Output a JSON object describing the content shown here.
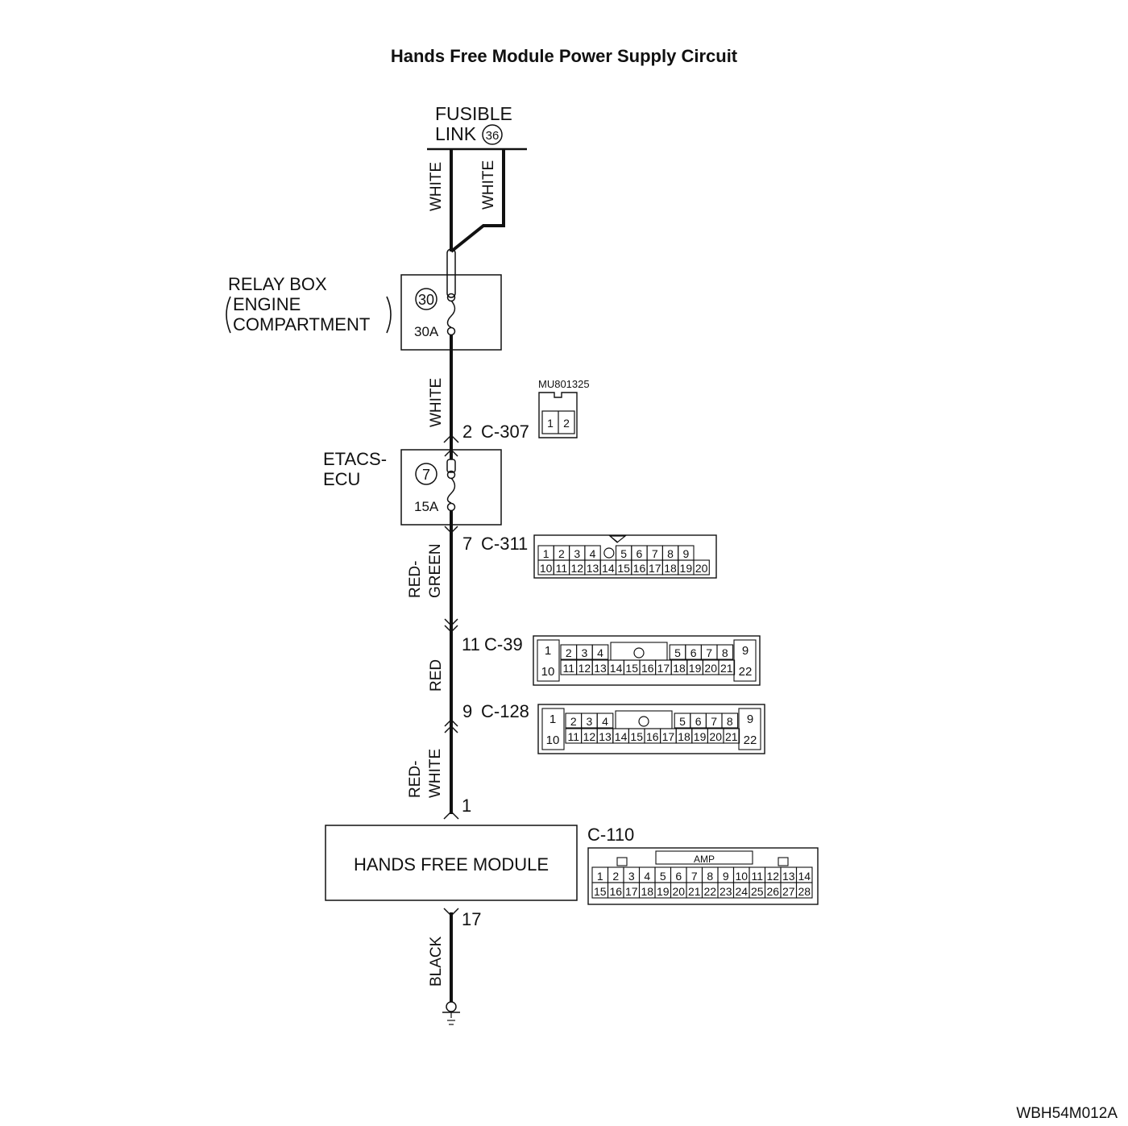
{
  "title": "Hands Free Module Power Supply Circuit",
  "figure_code": "WBH54M012A",
  "fusible_link": {
    "line1": "FUSIBLE",
    "line2": "LINK",
    "number": "36"
  },
  "relay_box": {
    "line1": "RELAY BOX",
    "line2": "ENGINE",
    "line3": "COMPARTMENT",
    "fuse_number": "30",
    "rating": "30A"
  },
  "etacs": {
    "line1": "ETACS-",
    "line2": "ECU",
    "fuse_number": "7",
    "rating": "15A"
  },
  "wires": {
    "white_a": "WHITE",
    "white_b": "WHITE",
    "white_c": "WHITE",
    "red_green_1": "RED-",
    "red_green_2": "GREEN",
    "red": "RED",
    "red_white_1": "RED-",
    "red_white_2": "WHITE",
    "black": "BLACK"
  },
  "connectors": {
    "c307": {
      "pin": "2",
      "id": "C-307",
      "part": "MU801325",
      "cells": [
        "1",
        "2"
      ]
    },
    "c311": {
      "pin": "7",
      "id": "C-311",
      "row1": [
        "1",
        "2",
        "3",
        "4",
        "",
        "5",
        "6",
        "7",
        "8",
        "9"
      ],
      "row2": [
        "10",
        "11",
        "12",
        "13",
        "14",
        "15",
        "16",
        "17",
        "18",
        "19",
        "20"
      ]
    },
    "c39": {
      "pin": "11",
      "id": "C-39",
      "top_left": "1",
      "bottom_left": "10",
      "top_right": "9",
      "bottom_right": "22",
      "row1": [
        "2",
        "3",
        "4",
        "5",
        "6",
        "7",
        "8"
      ],
      "row2": [
        "11",
        "12",
        "13",
        "14",
        "15",
        "16",
        "17",
        "18",
        "19",
        "20",
        "21"
      ]
    },
    "c128": {
      "pin": "9",
      "id": "C-128",
      "top_left": "1",
      "bottom_left": "10",
      "top_right": "9",
      "bottom_right": "22",
      "row1": [
        "2",
        "3",
        "4",
        "5",
        "6",
        "7",
        "8"
      ],
      "row2": [
        "11",
        "12",
        "13",
        "14",
        "15",
        "16",
        "17",
        "18",
        "19",
        "20",
        "21"
      ]
    },
    "c110": {
      "pin_top": "1",
      "pin_bottom": "17",
      "id": "C-110",
      "tag": "AMP",
      "row1": [
        "1",
        "2",
        "3",
        "4",
        "5",
        "6",
        "7",
        "8",
        "9",
        "10",
        "11",
        "12",
        "13",
        "14"
      ],
      "row2": [
        "15",
        "16",
        "17",
        "18",
        "19",
        "20",
        "21",
        "22",
        "23",
        "24",
        "25",
        "26",
        "27",
        "28"
      ]
    }
  },
  "module": {
    "label": "HANDS FREE MODULE"
  }
}
